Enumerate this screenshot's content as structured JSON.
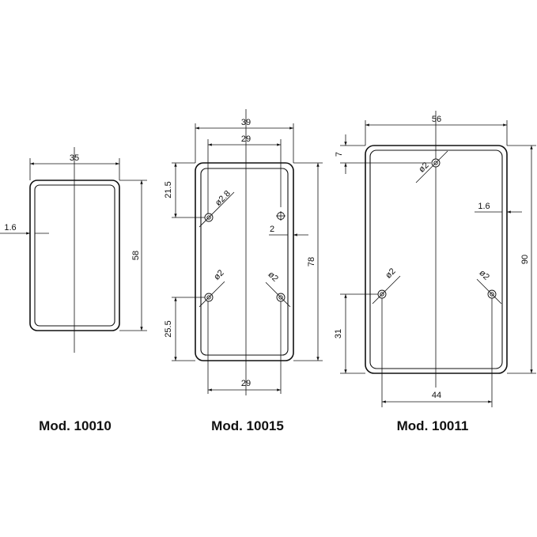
{
  "models": [
    {
      "title": "Mod. 10010",
      "dims": {
        "width": "35",
        "height": "58",
        "wall": "1.6"
      }
    },
    {
      "title": "Mod. 10015",
      "dims": {
        "outer_width": "39",
        "inner_top": "29",
        "bottom": "29",
        "top_offset": "21.5",
        "bottom_offset": "25.5",
        "height": "78",
        "wall": "2",
        "hole_large": "ø2.8",
        "hole_left": "ø2",
        "hole_right": "ø2"
      }
    },
    {
      "title": "Mod. 10011",
      "dims": {
        "width": "56",
        "top_offset": "7",
        "height": "90",
        "wall": "1.6",
        "bottom_offset": "31",
        "bottom": "44",
        "hole_top": "ø2",
        "hole_left": "ø2",
        "hole_right": "ø2"
      }
    }
  ]
}
